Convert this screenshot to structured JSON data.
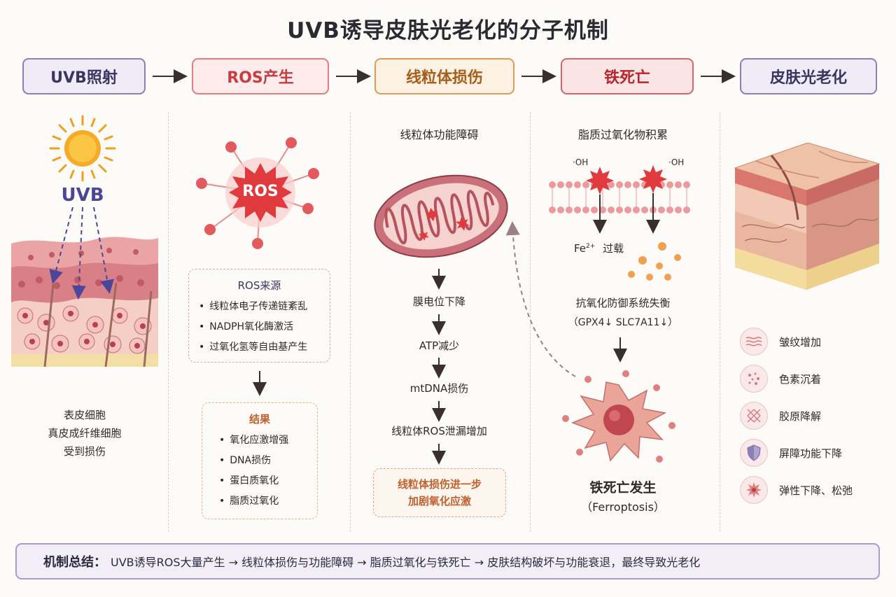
{
  "title": "UVB诱导皮肤光老化的分子机制",
  "steps": [
    "UVB照射",
    "ROS产生",
    "线粒体损伤",
    "铁死亡",
    "皮肤光老化"
  ],
  "col1": {
    "uvb_label": "UVB",
    "caption": [
      "表皮细胞",
      "真皮成纤维细胞",
      "受到损伤"
    ]
  },
  "col2": {
    "ros_label": "ROS",
    "sources_title": "ROS来源",
    "sources": [
      "线粒体电子传递链紊乱",
      "NADPH氧化酶激活",
      "过氧化氢等自由基产生"
    ],
    "results_title": "结果",
    "results": [
      "氧化应激增强",
      "DNA损伤",
      "蛋白质氧化",
      "脂质过氧化"
    ]
  },
  "col3": {
    "heading": "线粒体功能障碍",
    "chain": [
      "膜电位下降",
      "ATP减少",
      "mtDNA损伤",
      "线粒体ROS泄漏增加"
    ],
    "conclusion": [
      "线粒体损伤进一步",
      "加剧氧化应激"
    ]
  },
  "col4": {
    "heading": "脂质过氧化物积累",
    "oh_left": "·OH",
    "oh_right": "·OH",
    "fe_base": "Fe",
    "fe_sup": "2+",
    "fe_text": "过载",
    "antiox": "抗氧化防御系统失衡",
    "markers": "（GPX4↓  SLC7A11↓）",
    "occur": "铁死亡发生",
    "occur_en": "（Ferroptosis）"
  },
  "col5": {
    "outcomes": [
      {
        "label": "皱纹增加",
        "icon": "wrinkle-icon"
      },
      {
        "label": "色素沉着",
        "icon": "pigment-icon"
      },
      {
        "label": "胶原降解",
        "icon": "collagen-icon"
      },
      {
        "label": "屏障功能下降",
        "icon": "shield-icon"
      },
      {
        "label": "弹性下降、松弛",
        "icon": "elastic-icon"
      }
    ]
  },
  "summary": {
    "label": "机制总结：",
    "text": "UVB诱导ROS大量产生 → 线粒体损伤与功能障碍 → 脂质过氧化与铁死亡 → 皮肤结构破坏与功能衰退，最终导致光老化"
  },
  "colors": {
    "ros_red": "#e0393e",
    "purple": "#8a7fb6",
    "orange": "#e09a52"
  }
}
